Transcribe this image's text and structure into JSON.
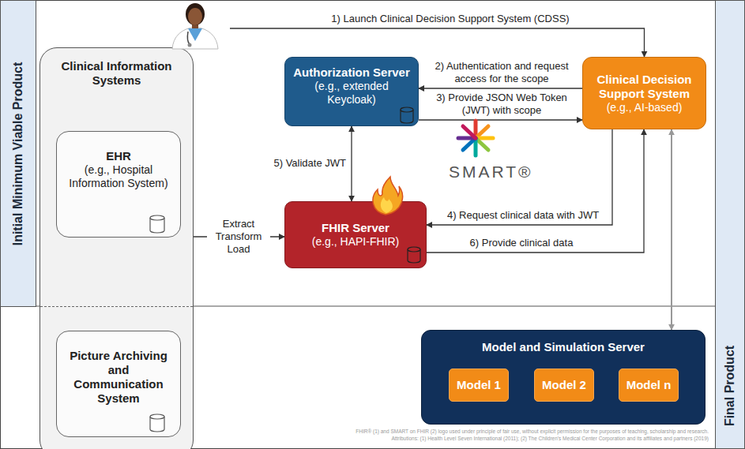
{
  "diagram": {
    "nodes": [
      {
        "text": [
          "Initial Minimum Viable Product"
        ]
      },
      {
        "text": [
          "Final Product"
        ]
      },
      {
        "text": [
          "Clinical Information Systems"
        ]
      },
      {
        "text": [
          "EHR",
          "(e.g., Hospital Information System)"
        ],
        "in": 2
      },
      {
        "text": [
          "Picture Archiving and Communication System"
        ],
        "in": 2
      },
      {
        "text": [
          "Authorization Server",
          "(e.g., extended Keycloak)"
        ]
      },
      {
        "text": [
          "Clinical Decision Support System",
          "(e.g., AI-based)"
        ]
      },
      {
        "text": [
          "FHIR Server",
          "(e.g., HAPI-FHIR)"
        ]
      },
      {
        "text": [
          "Model and Simulation Server"
        ]
      },
      {
        "text": [
          "Model 1"
        ],
        "in": 8
      },
      {
        "text": [
          "Model 2"
        ],
        "in": 8
      },
      {
        "text": [
          "Model n"
        ],
        "in": 8
      }
    ],
    "edges": [
      {
        "from": 2,
        "to": 6,
        "label": "1) Launch Clinical Decision Support System (CDSS)",
        "arrow": "to"
      },
      {
        "from": 6,
        "to": 5,
        "label": "2) Authentication and request access for the scope",
        "arrow": "to"
      },
      {
        "from": 5,
        "to": 6,
        "label": "3) Provide JSON Web Token (JWT) with scope",
        "arrow": "to"
      },
      {
        "from": 6,
        "to": 7,
        "label": "4) Request clinical data with JWT",
        "arrow": "to"
      },
      {
        "from": 7,
        "to": 5,
        "label": "5) Validate JWT",
        "arrow": "both"
      },
      {
        "from": 7,
        "to": 6,
        "label": "6) Provide clinical data",
        "arrow": "to"
      },
      {
        "from": 2,
        "to": 7,
        "label": "Extract Transform Load",
        "arrow": "to"
      },
      {
        "from": 6,
        "to": 8,
        "arrow": "both"
      }
    ],
    "labels": [
      "SMART®",
      "FHIR® (1) and SMART on FHIR (2) logo used under principle of fair use, without explicit permission for the purposes of teaching, scholarship and research.",
      "Attributions: (1) Health Level Seven International (2011); (2) The Children's Medical Center Corporation and its affiliates and partners (2019)"
    ]
  }
}
